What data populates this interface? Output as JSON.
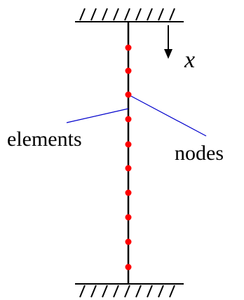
{
  "labels": {
    "axis": "x",
    "elements": "elements",
    "nodes": "nodes"
  },
  "colors": {
    "beam": "#000000",
    "node": "#ff0000",
    "pointer": "#0000cc",
    "support": "#000000"
  },
  "diagram": {
    "node_count": 10,
    "supports": [
      "fixed-top",
      "fixed-bottom"
    ],
    "axis_direction": "down"
  }
}
